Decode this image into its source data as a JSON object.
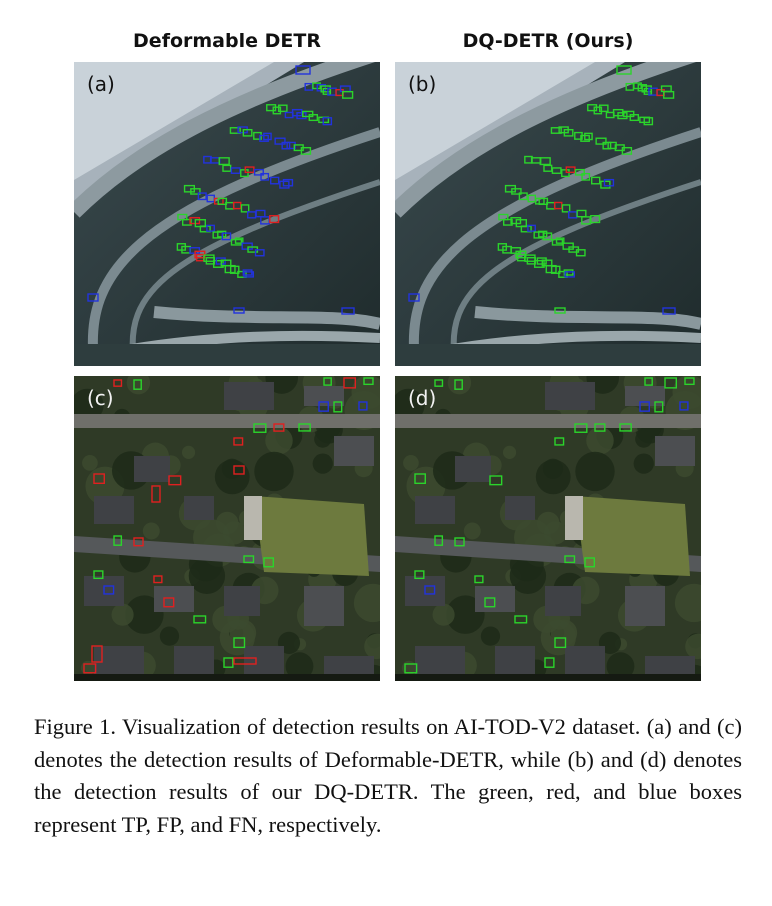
{
  "columns": {
    "left": "Deformable DETR",
    "right": "DQ-DETR (Ours)"
  },
  "panels": [
    {
      "label": "(a)",
      "scene": "parking-lot",
      "method": "Deformable DETR"
    },
    {
      "label": "(b)",
      "scene": "parking-lot",
      "method": "DQ-DETR (Ours)"
    },
    {
      "label": "(c)",
      "scene": "residential",
      "method": "Deformable DETR"
    },
    {
      "label": "(d)",
      "scene": "residential",
      "method": "DQ-DETR (Ours)"
    }
  ],
  "legend_colors": {
    "TP": "#2bd42b",
    "FP": "#e02020",
    "FN": "#2233dd"
  },
  "caption": "Figure 1.  Visualization of detection results on AI-TOD-V2 dataset. (a) and (c) denotes the detection results of Deformable-DETR, while (b) and (d) denotes the detection results of our DQ-DETR. The green, red, and blue boxes represent TP, FP, and FN, respectively."
}
